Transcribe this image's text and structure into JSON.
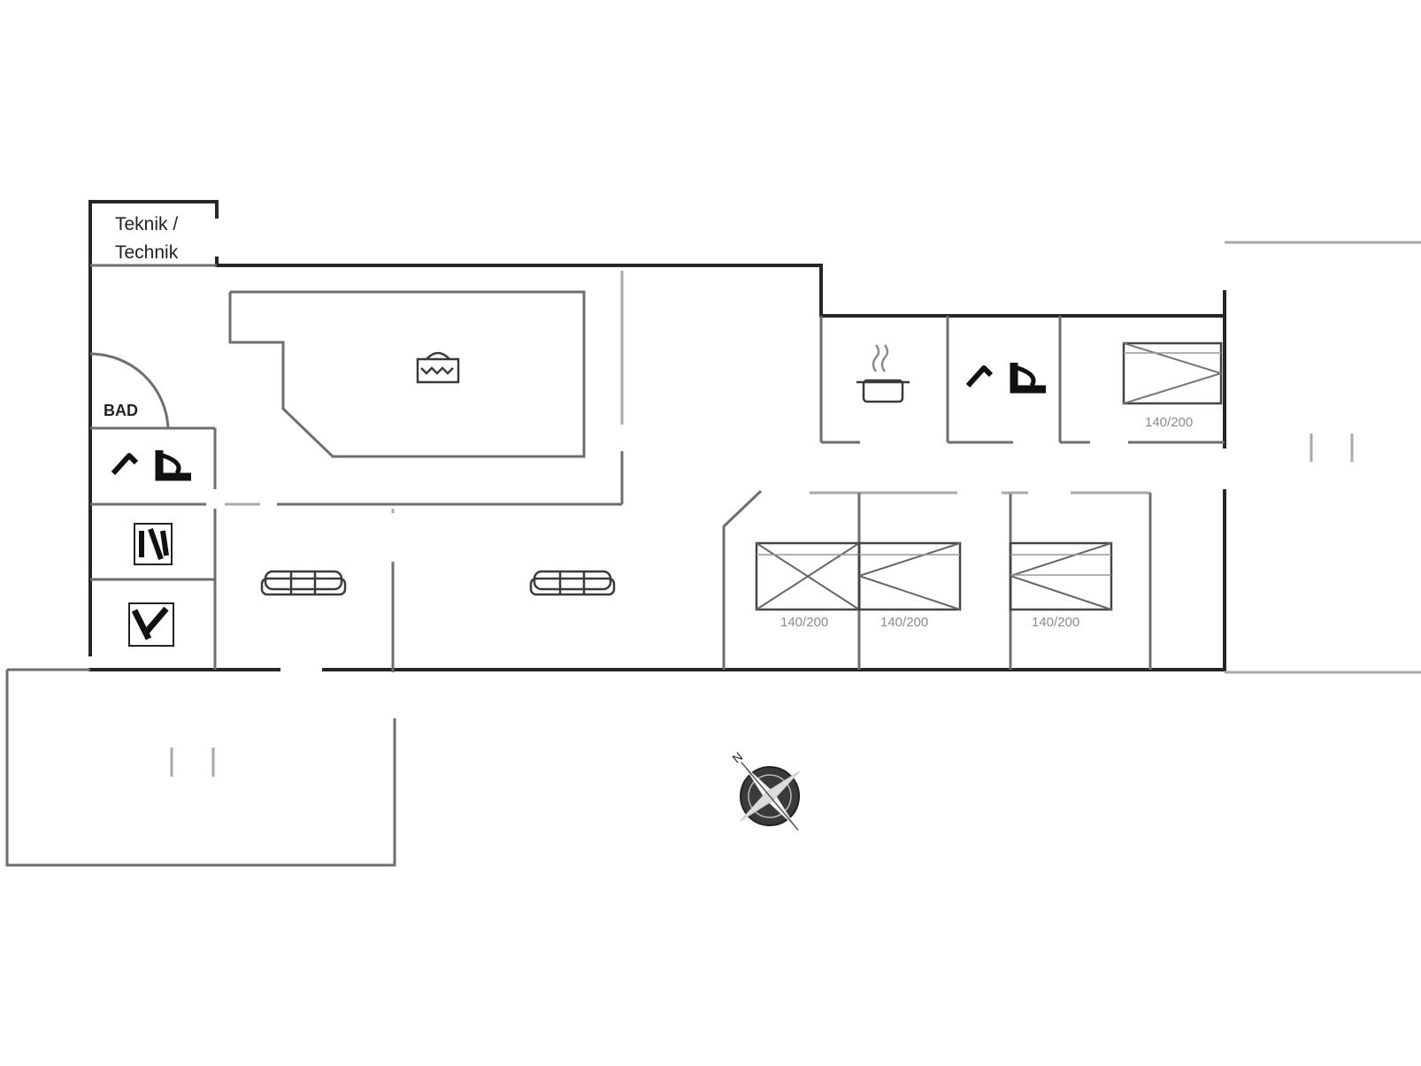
{
  "plan": {
    "rooms": {
      "technical_room": {
        "line1": "Teknik /",
        "line2": "Technik"
      },
      "sauna": {
        "label": "BAD"
      }
    },
    "beds": [
      {
        "id": "bed-a",
        "size": "140/200"
      },
      {
        "id": "bed-b",
        "size": "140/200"
      },
      {
        "id": "bed-c",
        "size": "140/200"
      },
      {
        "id": "bed-d",
        "size": "140/200"
      }
    ],
    "icons": [
      "pool-icon",
      "shower-icon",
      "toilet-icon",
      "washing-icon",
      "sofa-icon",
      "kitchen-pot-icon",
      "bed-icon",
      "compass-icon"
    ],
    "compass": {
      "north_label": "N"
    },
    "colors": {
      "wall": "#262626",
      "line": "#6e6e6e",
      "light": "#a9a9a9",
      "background": "#ffffff"
    }
  }
}
